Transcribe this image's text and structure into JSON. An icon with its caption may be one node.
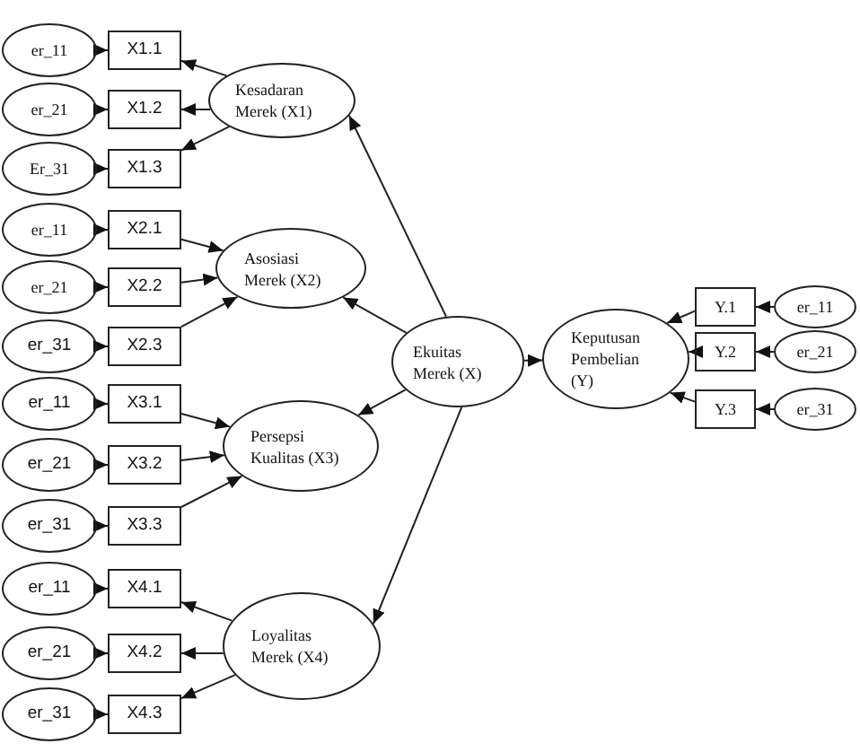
{
  "diagram": {
    "nodes": [
      {
        "text": [
          "er_11"
        ]
      },
      {
        "text": [
          "er_21"
        ]
      },
      {
        "text": [
          "Er_31"
        ]
      },
      {
        "text": [
          "X1.1"
        ]
      },
      {
        "text": [
          "X1.2"
        ]
      },
      {
        "text": [
          "X1.3"
        ]
      },
      {
        "text": [
          "Kesadaran Merek (X1)"
        ]
      },
      {
        "text": [
          "er_11"
        ]
      },
      {
        "text": [
          "er_21"
        ]
      },
      {
        "text": [
          "er_31"
        ]
      },
      {
        "text": [
          "X2.1"
        ]
      },
      {
        "text": [
          "X2.2"
        ]
      },
      {
        "text": [
          "X2.3"
        ]
      },
      {
        "text": [
          "Asosiasi Merek (X2)"
        ]
      },
      {
        "text": [
          "er_11"
        ]
      },
      {
        "text": [
          "er_21"
        ]
      },
      {
        "text": [
          "er_31"
        ]
      },
      {
        "text": [
          "X3.1"
        ]
      },
      {
        "text": [
          "X3.2"
        ]
      },
      {
        "text": [
          "X3.3"
        ]
      },
      {
        "text": [
          "Persepsi Kualitas (X3)"
        ]
      },
      {
        "text": [
          "er_11"
        ]
      },
      {
        "text": [
          "er_21"
        ]
      },
      {
        "text": [
          "er_31"
        ]
      },
      {
        "text": [
          "X4.1"
        ]
      },
      {
        "text": [
          "X4.2"
        ]
      },
      {
        "text": [
          "X4.3"
        ]
      },
      {
        "text": [
          "Loyalitas Merek (X4)"
        ]
      },
      {
        "text": [
          "Ekuitas Merek (X)"
        ]
      },
      {
        "text": [
          "Keputusan Pembelian (Y)"
        ]
      },
      {
        "text": [
          "Y.1"
        ]
      },
      {
        "text": [
          "Y.2"
        ]
      },
      {
        "text": [
          "Y.3"
        ]
      },
      {
        "text": [
          "er_11"
        ]
      },
      {
        "text": [
          "er_21"
        ]
      },
      {
        "text": [
          "er_31"
        ]
      }
    ],
    "edges": [
      {
        "from": 0,
        "to": 3,
        "arrow": "to"
      },
      {
        "from": 1,
        "to": 4,
        "arrow": "to"
      },
      {
        "from": 2,
        "to": 5,
        "arrow": "to"
      },
      {
        "from": 6,
        "to": 3,
        "arrow": "to"
      },
      {
        "from": 6,
        "to": 4,
        "arrow": "to"
      },
      {
        "from": 6,
        "to": 5,
        "arrow": "to"
      },
      {
        "from": 7,
        "to": 10,
        "arrow": "to"
      },
      {
        "from": 8,
        "to": 11,
        "arrow": "to"
      },
      {
        "from": 9,
        "to": 12,
        "arrow": "to"
      },
      {
        "from": 10,
        "to": 13,
        "arrow": "to"
      },
      {
        "from": 11,
        "to": 13,
        "arrow": "to"
      },
      {
        "from": 12,
        "to": 13,
        "arrow": "to"
      },
      {
        "from": 14,
        "to": 17,
        "arrow": "to"
      },
      {
        "from": 15,
        "to": 18,
        "arrow": "to"
      },
      {
        "from": 16,
        "to": 19,
        "arrow": "to"
      },
      {
        "from": 17,
        "to": 20,
        "arrow": "to"
      },
      {
        "from": 18,
        "to": 20,
        "arrow": "to"
      },
      {
        "from": 19,
        "to": 20,
        "arrow": "to"
      },
      {
        "from": 21,
        "to": 24,
        "arrow": "to"
      },
      {
        "from": 22,
        "to": 25,
        "arrow": "to"
      },
      {
        "from": 23,
        "to": 26,
        "arrow": "to"
      },
      {
        "from": 27,
        "to": 24,
        "arrow": "to"
      },
      {
        "from": 27,
        "to": 25,
        "arrow": "to"
      },
      {
        "from": 27,
        "to": 26,
        "arrow": "to"
      },
      {
        "from": 28,
        "to": 6,
        "arrow": "to"
      },
      {
        "from": 28,
        "to": 13,
        "arrow": "to"
      },
      {
        "from": 28,
        "to": 20,
        "arrow": "to"
      },
      {
        "from": 28,
        "to": 27,
        "arrow": "to"
      },
      {
        "from": 28,
        "to": 29,
        "arrow": "to"
      },
      {
        "from": 30,
        "to": 29,
        "arrow": "to"
      },
      {
        "from": 31,
        "to": 29,
        "arrow": "to"
      },
      {
        "from": 32,
        "to": 29,
        "arrow": "to"
      },
      {
        "from": 33,
        "to": 30,
        "arrow": "to"
      },
      {
        "from": 34,
        "to": 31,
        "arrow": "to"
      },
      {
        "from": 35,
        "to": 32,
        "arrow": "to"
      }
    ]
  }
}
